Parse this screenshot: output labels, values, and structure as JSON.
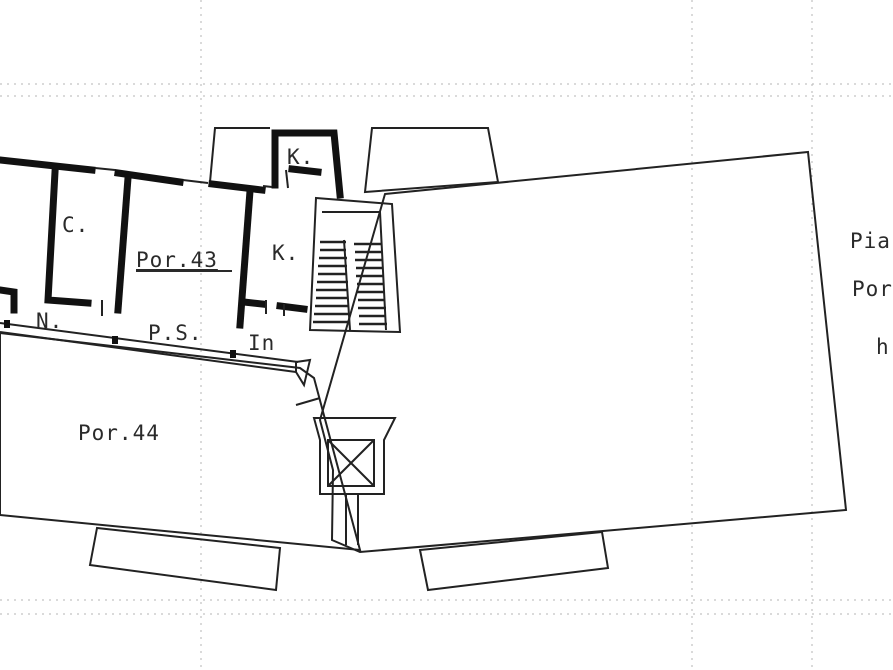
{
  "plan": {
    "labels": {
      "room_c": "C.",
      "room_k_top": "K.",
      "room_k_mid": "K.",
      "por43": "Por.43",
      "room_n": "N.",
      "room_ps": "P.S.",
      "room_in": "In",
      "por44": "Por.44",
      "edge_pia": "Pia",
      "edge_por": "Por",
      "edge_h": "h"
    }
  }
}
